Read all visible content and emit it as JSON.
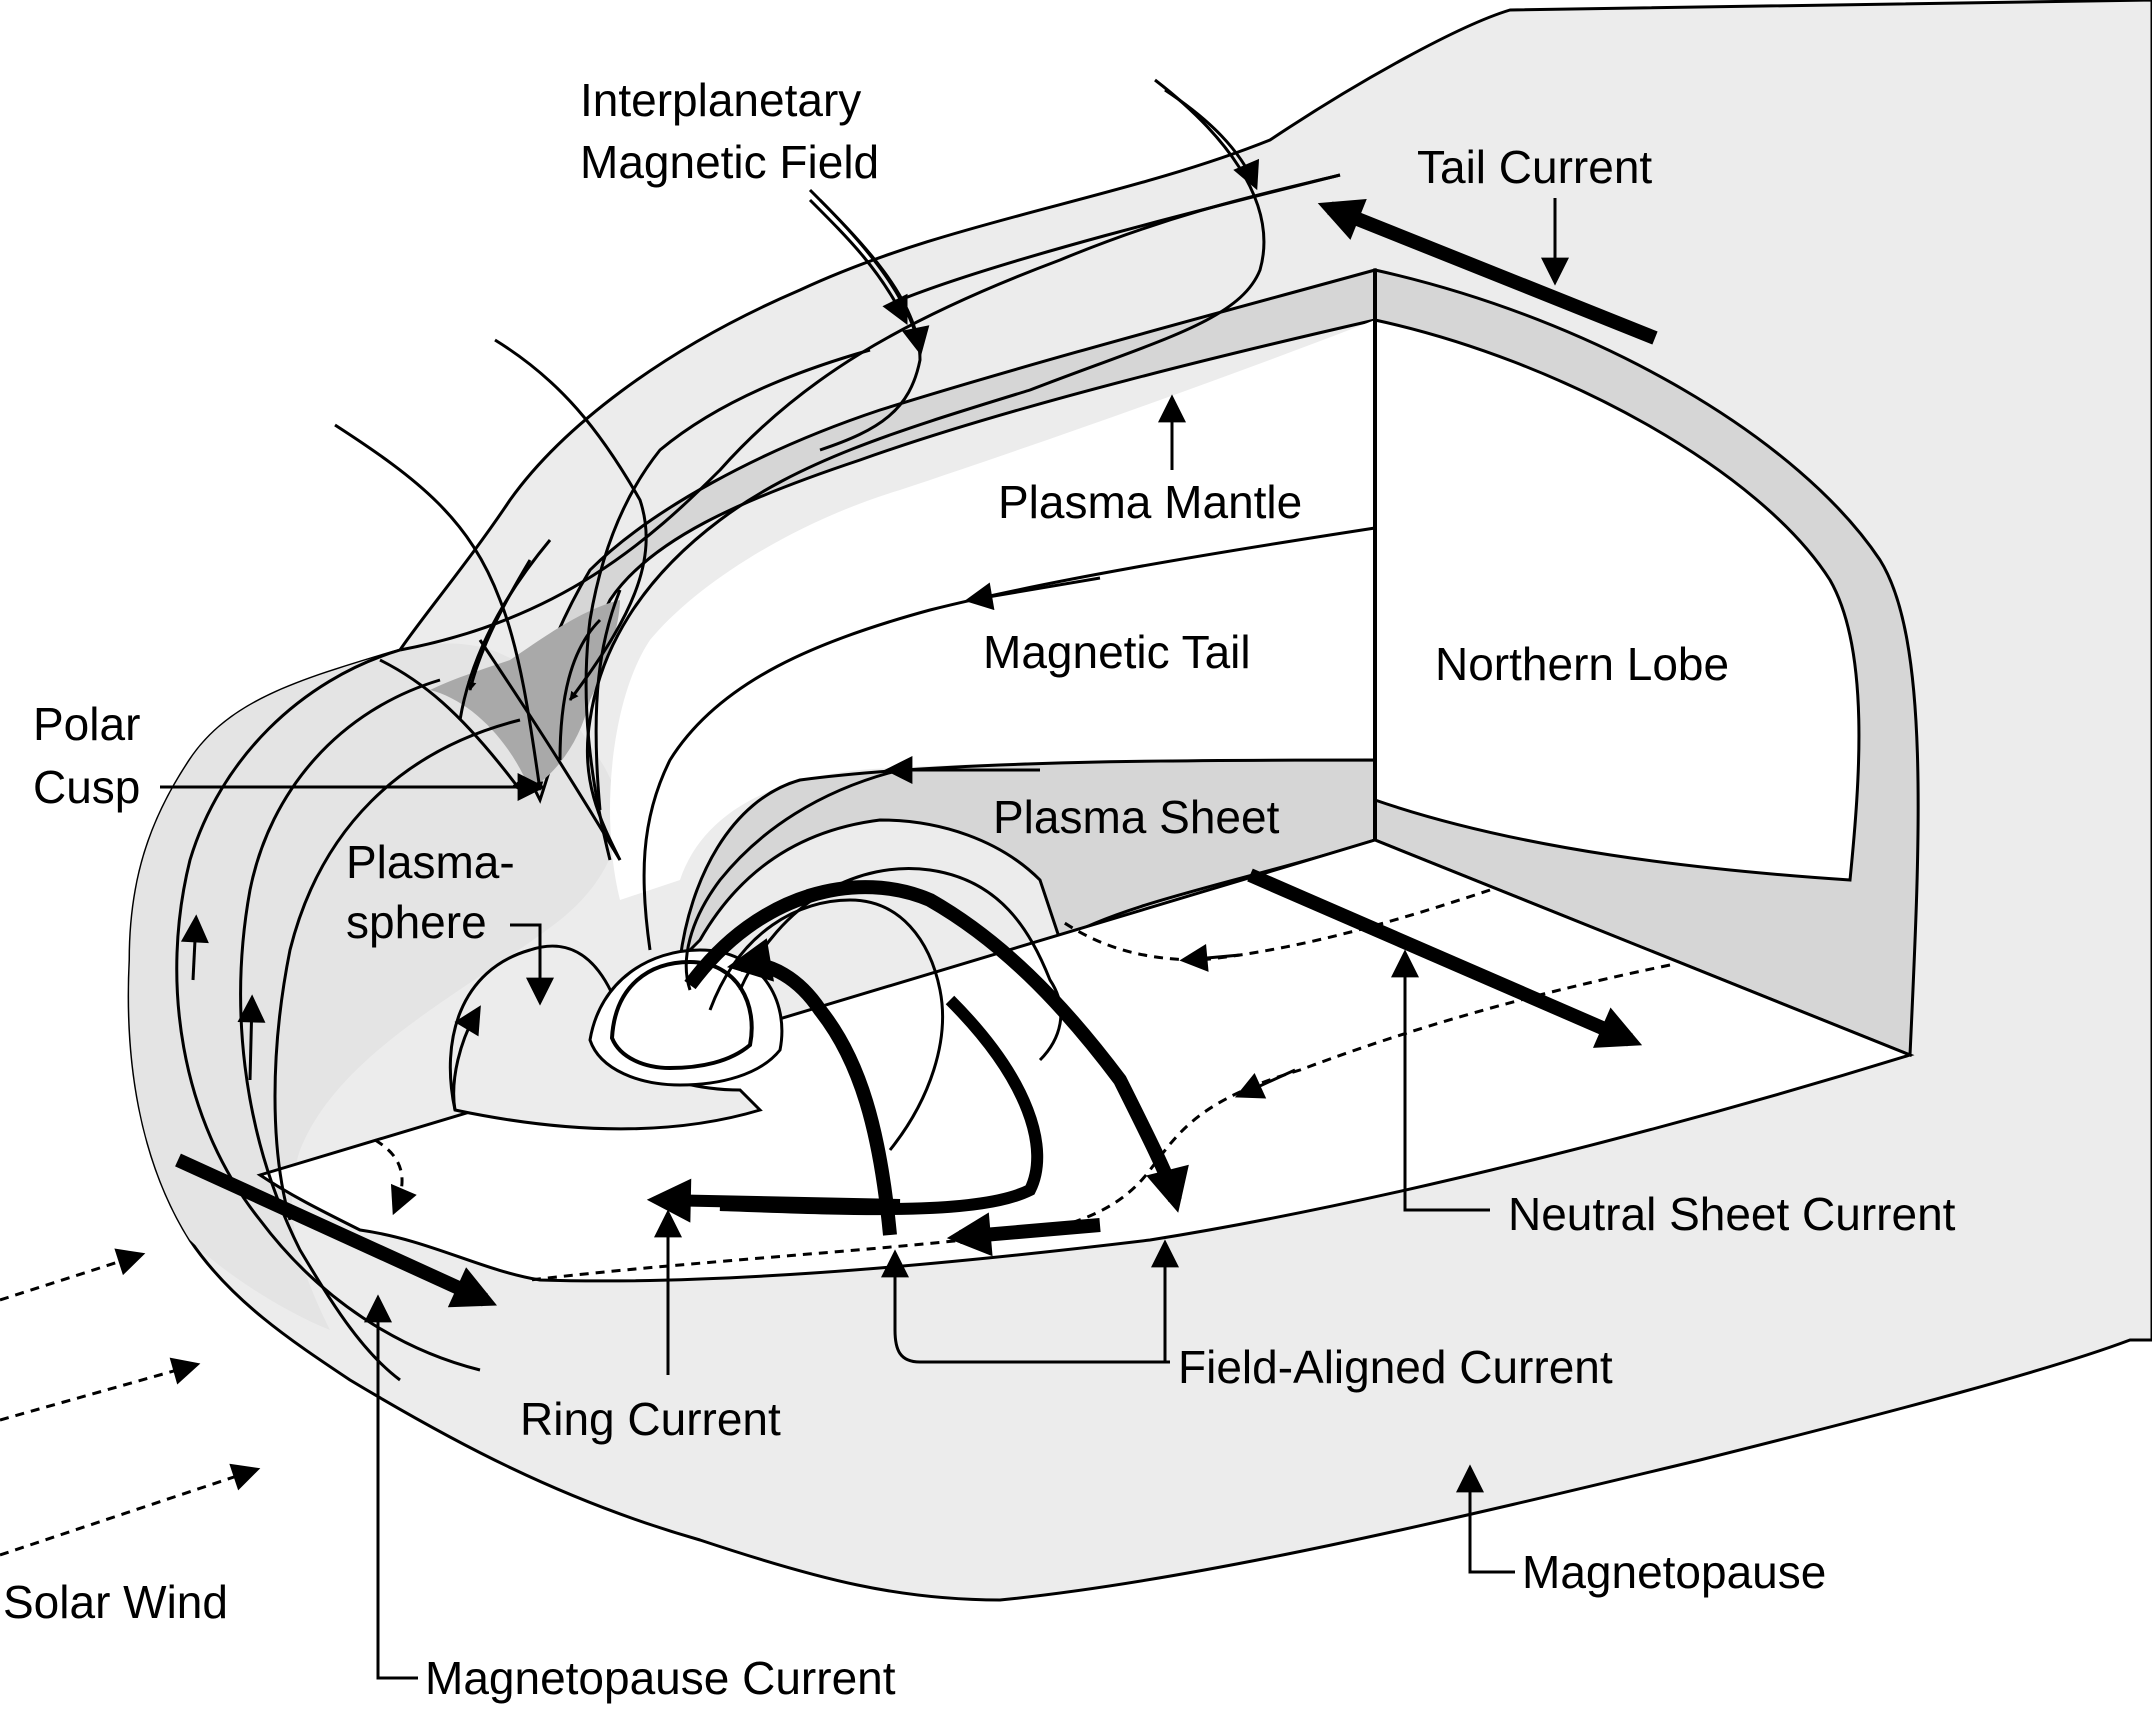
{
  "diagram": {
    "colors": {
      "background": "#ffffff",
      "shade_light": "#ececec",
      "shade_mid": "#d6d6d6",
      "shade_dark": "#a9a9a9",
      "line": "#000000"
    },
    "labels": {
      "interplanetary_line1": "Interplanetary",
      "interplanetary_line2": "Magnetic Field",
      "tail_current": "Tail Current",
      "plasma_mantle": "Plasma Mantle",
      "magnetic_tail": "Magnetic Tail",
      "northern_lobe": "Northern Lobe",
      "polar_cusp_line1": "Polar",
      "polar_cusp_line2": "Cusp",
      "plasma_sheet": "Plasma Sheet",
      "plasmasphere_line1": "Plasma-",
      "plasmasphere_line2": "sphere",
      "neutral_sheet_current": "Neutral Sheet Current",
      "field_aligned_current": "Field-Aligned Current",
      "ring_current": "Ring Current",
      "magnetopause": "Magnetopause",
      "solar_wind": "Solar Wind",
      "magnetopause_current": "Magnetopause Current"
    }
  }
}
